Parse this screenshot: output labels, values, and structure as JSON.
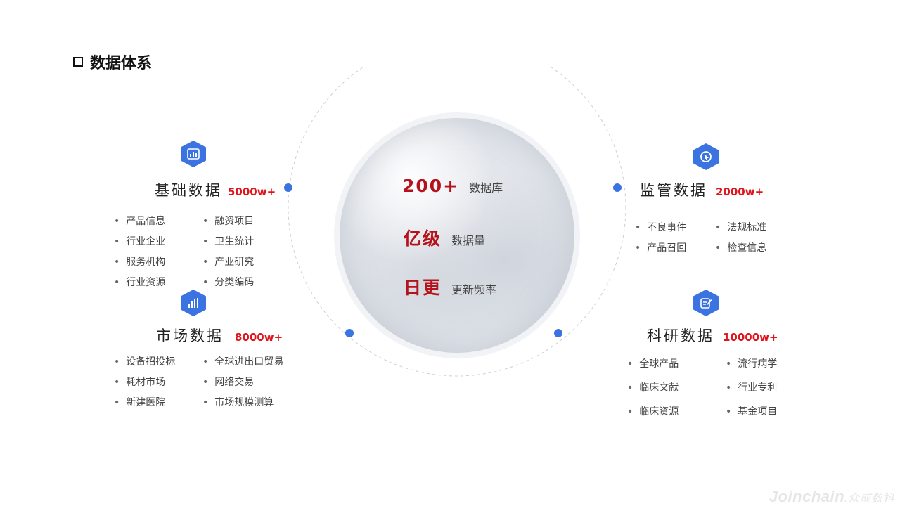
{
  "title": "数据体系",
  "center": {
    "stats": [
      {
        "big": "200+",
        "small": "数据库"
      },
      {
        "big": "亿级",
        "small": "数据量"
      },
      {
        "big": "日更",
        "small": "更新频率"
      }
    ]
  },
  "categories": {
    "basic": {
      "name": "基础数据",
      "count": "5000w+",
      "icon": "bar-chart-icon",
      "items": [
        "产品信息",
        "融资项目",
        "行业企业",
        "卫生统计",
        "服务机构",
        "产业研究",
        "行业资源",
        "分类编码"
      ]
    },
    "market": {
      "name": "市场数据",
      "count": "8000w+",
      "icon": "signal-chart-icon",
      "items": [
        "设备招投标",
        "全球进出口贸易",
        "耗材市场",
        "网络交易",
        "新建医院",
        "市场规模测算"
      ]
    },
    "regulatory": {
      "name": "监管数据",
      "count": "2000w+",
      "icon": "globe-cursor-icon",
      "items": [
        "不良事件",
        "法规标准",
        "产品召回",
        "检查信息"
      ]
    },
    "research": {
      "name": "科研数据",
      "count": "10000w+",
      "icon": "edit-note-icon",
      "items": [
        "全球产品",
        "流行病学",
        "临床文献",
        "行业专利",
        "临床资源",
        "基金项目"
      ]
    }
  },
  "logo": {
    "en": "Joinchain",
    "cn": ".众成数科"
  },
  "colors": {
    "accent": "#3b73e0",
    "highlight": "#e0141c",
    "stat": "#b5121b"
  }
}
